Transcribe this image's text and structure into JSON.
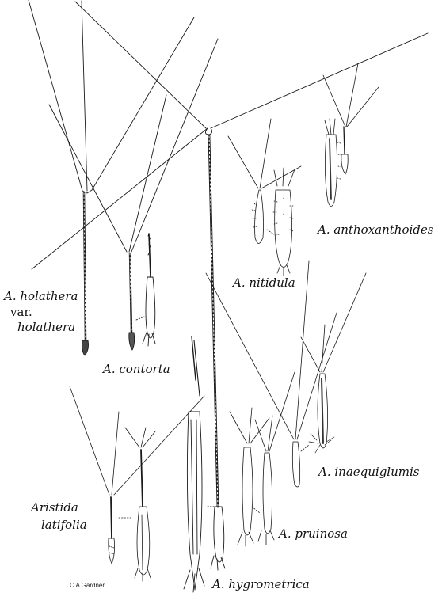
{
  "plate": {
    "labels": {
      "holathera_line1": "A. holathera",
      "holathera_line2": "var.",
      "holathera_line3": "holathera",
      "contorta": "A. contorta",
      "nitidula": "A. nitidula",
      "anthoxanthoides": "A. anthoxanthoides",
      "inaequiglumis": "A. inaequiglumis",
      "pruinosa": "A. pruinosa",
      "hygrometrica": "A. hygrometrica",
      "latifolia_line1": "Aristida",
      "latifolia_line2": "latifolia"
    },
    "signature": "C A Gardner"
  }
}
